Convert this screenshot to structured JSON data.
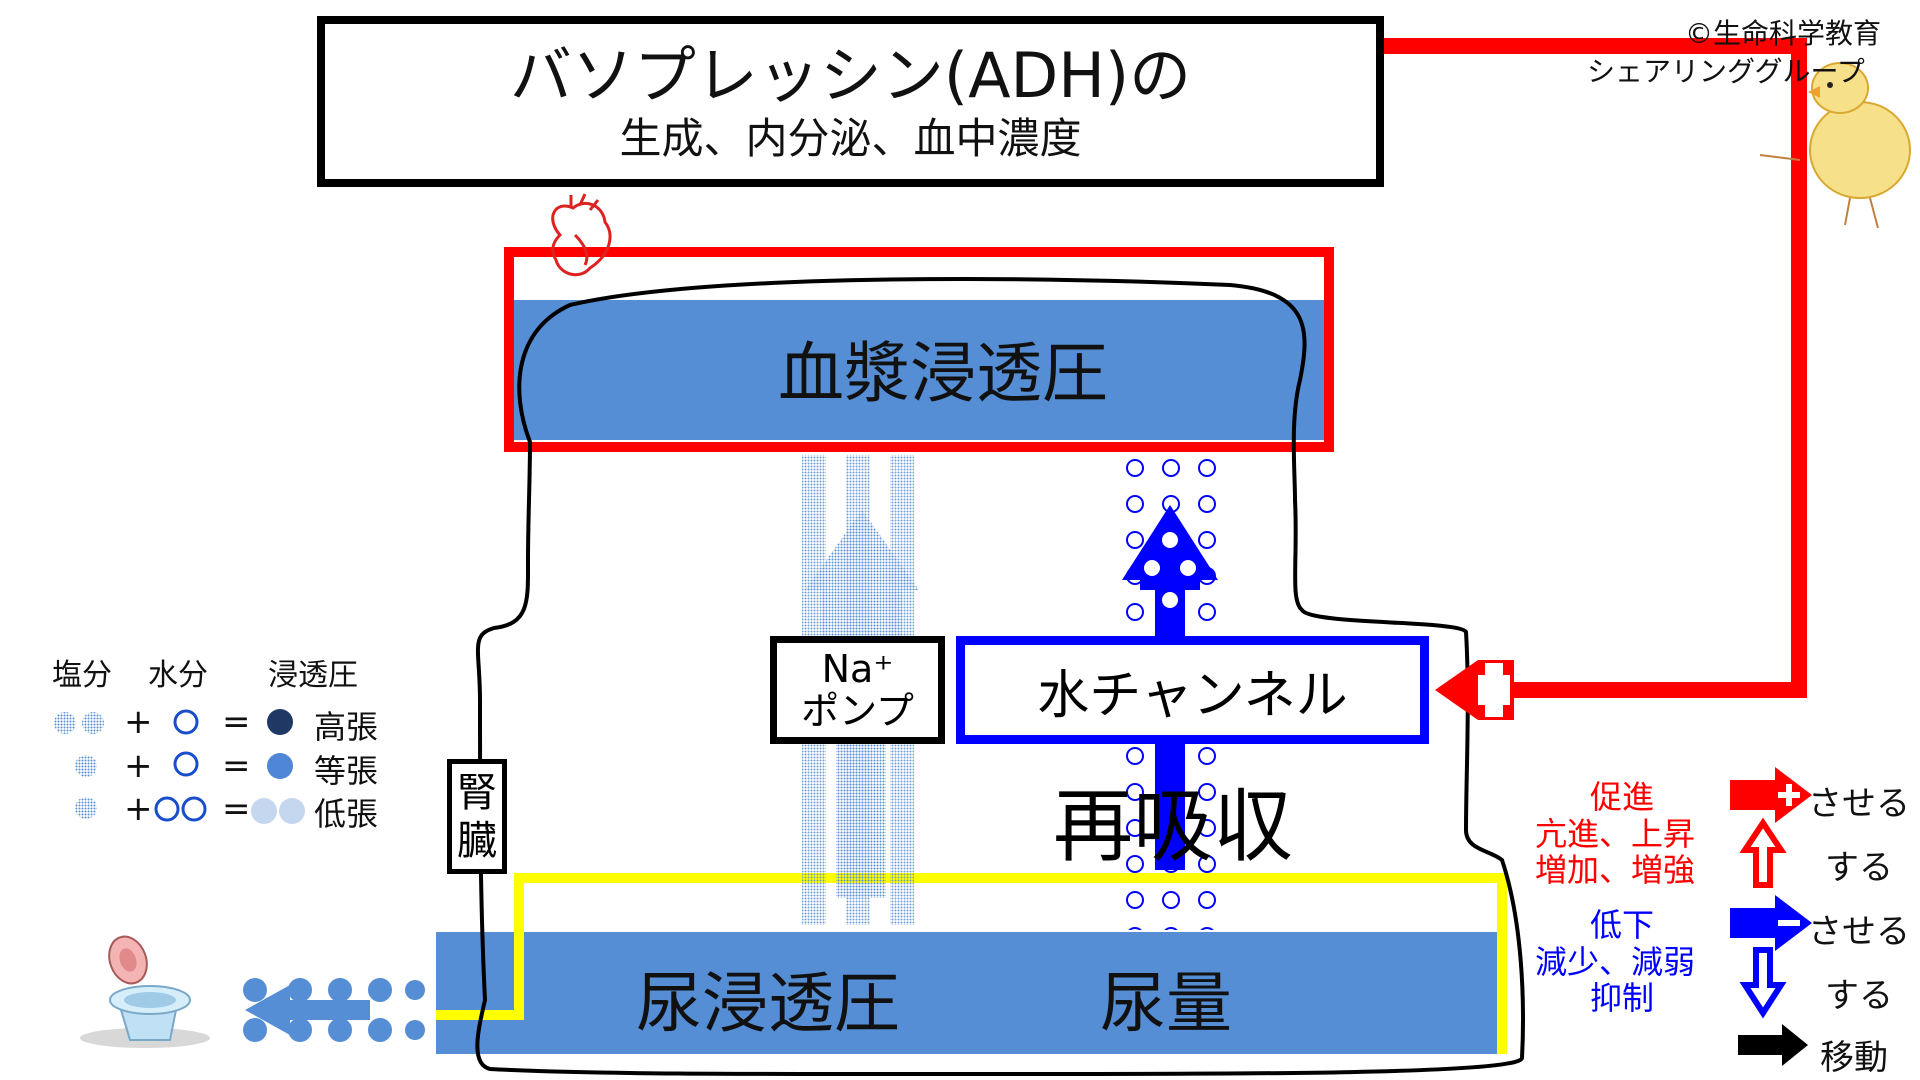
{
  "copyright": {
    "line1": "©生命科学教育",
    "line2": "シェアリンググループ"
  },
  "title": {
    "main": "バソプレッシン(ADH)の",
    "sub": "生成、内分泌、血中濃度"
  },
  "labels": {
    "plasma_osmotic": "血漿浸透圧",
    "urine_osmotic": "尿浸透圧",
    "urine_volume": "尿量",
    "reabsorption": "再吸収",
    "water_channel": "水チャンネル",
    "na_pump_line1": "Na⁺",
    "na_pump_line2": "ポンプ",
    "kidney_line1": "腎",
    "kidney_line2": "臓"
  },
  "osmolarity_legend": {
    "headers": {
      "salt": "塩分",
      "water": "水分",
      "osmotic": "浸透圧"
    },
    "plus": "+",
    "equals": "=",
    "rows": [
      {
        "result": "高張",
        "color": "#1f3864"
      },
      {
        "result": "等張",
        "color": "#4f86d6"
      },
      {
        "result": "低張",
        "color": "#c5d6ef"
      }
    ]
  },
  "arrow_legend": {
    "promote_label": "促進",
    "increase_label_1": "亢進、上昇",
    "increase_label_2": "増加、増強",
    "decrease_label": "低下",
    "reduce_label_1": "減少、減弱",
    "reduce_label_2": "抑制",
    "make_promote": "させる",
    "do_increase": "する",
    "make_decrease": "させる",
    "do_decrease": "する",
    "move": "移動"
  },
  "colors": {
    "red": "#ff0000",
    "blue": "#0000ff",
    "fill_blue": "#558ed5",
    "yellow": "#ffff00",
    "black": "#000000",
    "promote_text": "#ff0000",
    "decrease_text": "#0000ff"
  },
  "icons": [
    "heart-icon",
    "chick-icon",
    "toilet-icon"
  ]
}
